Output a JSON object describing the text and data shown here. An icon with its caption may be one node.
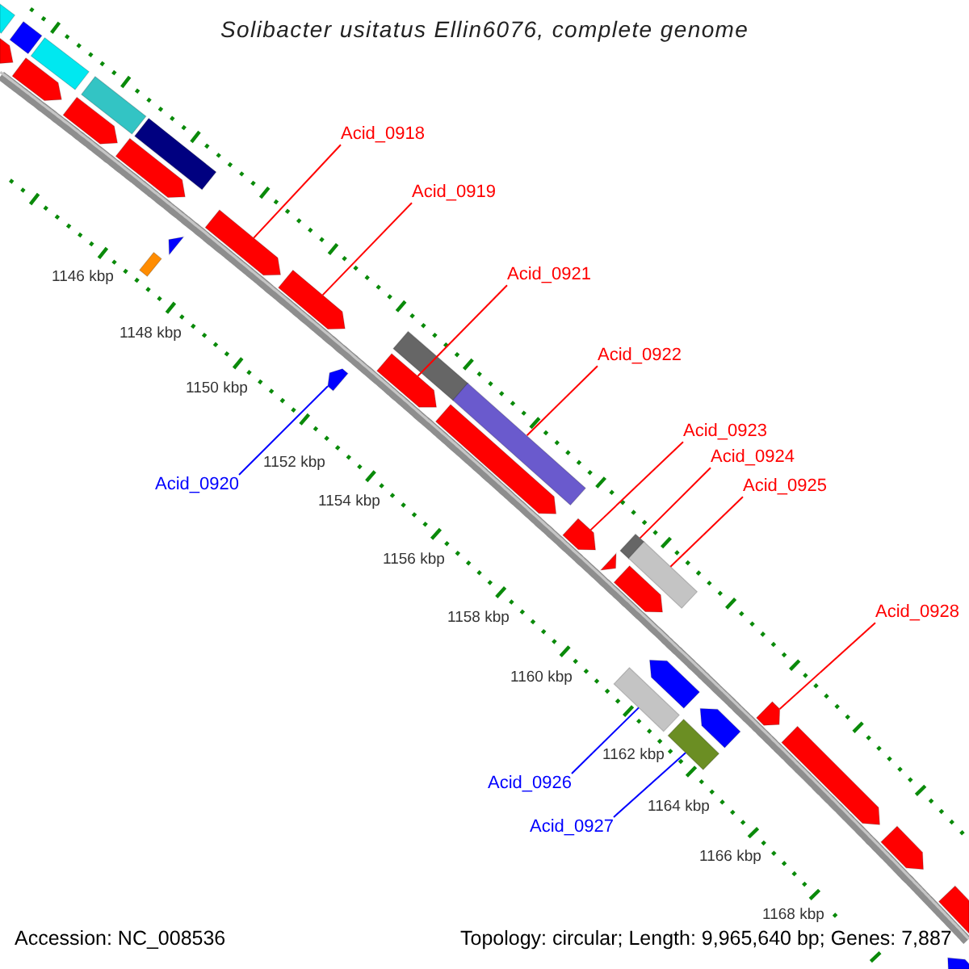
{
  "diagram": {
    "title": "Solibacter usitatus Ellin6076, complete genome",
    "nodes": [
      {
        "text": [
          "Acid_0918"
        ]
      },
      {
        "text": [
          "Acid_0919"
        ]
      },
      {
        "text": [
          "Acid_0921"
        ]
      },
      {
        "text": [
          "Acid_0922"
        ]
      },
      {
        "text": [
          "Acid_0923"
        ]
      },
      {
        "text": [
          "Acid_0924"
        ]
      },
      {
        "text": [
          "Acid_0920"
        ]
      },
      {
        "text": [
          "Acid_0925"
        ]
      },
      {
        "text": [
          "Acid_0928"
        ]
      },
      {
        "text": [
          "Acid_0926"
        ]
      },
      {
        "text": [
          "Acid_0927"
        ]
      },
      {
        "text": [],
        "shape": "bar"
      },
      {
        "text": [],
        "shape": "arrow"
      },
      {
        "text": [],
        "shape": "bar"
      },
      {
        "text": [],
        "shape": "bar"
      },
      {
        "text": [],
        "shape": "arrow"
      },
      {
        "text": [],
        "shape": "arrow"
      },
      {
        "text": [],
        "shape": "bar"
      },
      {
        "text": [],
        "shape": "arrow"
      },
      {
        "text": [],
        "shape": "bar"
      },
      {
        "text": [],
        "shape": "bar"
      },
      {
        "text": [],
        "shape": "arrow"
      },
      {
        "text": [],
        "shape": "arrow"
      },
      {
        "text": [],
        "shape": "arrow"
      },
      {
        "text": [],
        "shape": "arrow"
      },
      {
        "text": [],
        "shape": "arrow"
      },
      {
        "text": [],
        "shape": "bar"
      },
      {
        "text": [],
        "shape": "bar"
      },
      {
        "text": [],
        "shape": "arrow"
      },
      {
        "text": [],
        "shape": "arrow"
      },
      {
        "text": [],
        "shape": "arrow"
      },
      {
        "text": [],
        "shape": "bar"
      },
      {
        "text": [],
        "shape": "arrow"
      },
      {
        "text": [],
        "shape": "bar"
      },
      {
        "text": [],
        "shape": "bar"
      },
      {
        "text": [],
        "shape": "arrow"
      },
      {
        "text": [],
        "shape": "bar"
      },
      {
        "text": [],
        "shape": "arrow"
      },
      {
        "text": [],
        "shape": "arrow"
      },
      {
        "text": [],
        "shape": "arrow"
      },
      {
        "text": [],
        "shape": "arrow"
      },
      {
        "text": [],
        "shape": "arrow"
      },
      {
        "text": [],
        "shape": "arrow"
      }
    ],
    "edges": [
      {
        "from": 0,
        "to": 22,
        "arrow": "none"
      },
      {
        "from": 1,
        "to": 23,
        "arrow": "none"
      },
      {
        "from": 2,
        "to": 25,
        "arrow": "none"
      },
      {
        "from": 3,
        "to": 27,
        "arrow": "none"
      },
      {
        "from": 4,
        "to": 29,
        "arrow": "none"
      },
      {
        "from": 5,
        "to": 31,
        "arrow": "none"
      },
      {
        "from": 6,
        "to": 24,
        "arrow": "none",
        "color": "#0000ff"
      },
      {
        "from": 7,
        "to": 33,
        "arrow": "none"
      },
      {
        "from": 8,
        "to": 38,
        "arrow": "none"
      },
      {
        "from": 9,
        "to": 34,
        "arrow": "none",
        "color": "#0000ff"
      },
      {
        "from": 10,
        "to": 36,
        "arrow": "none",
        "color": "#0000ff"
      }
    ],
    "labels": [
      "1146 kbp",
      "1148 kbp",
      "1150 kbp",
      "1152 kbp",
      "1154 kbp",
      "1156 kbp",
      "1158 kbp",
      "1160 kbp",
      "1162 kbp",
      "1164 kbp",
      "1166 kbp",
      "1168 kbp",
      "Accession: NC_008536",
      "Topology: circular; Length: 9,965,640 bp; Genes: 7,887"
    ]
  }
}
